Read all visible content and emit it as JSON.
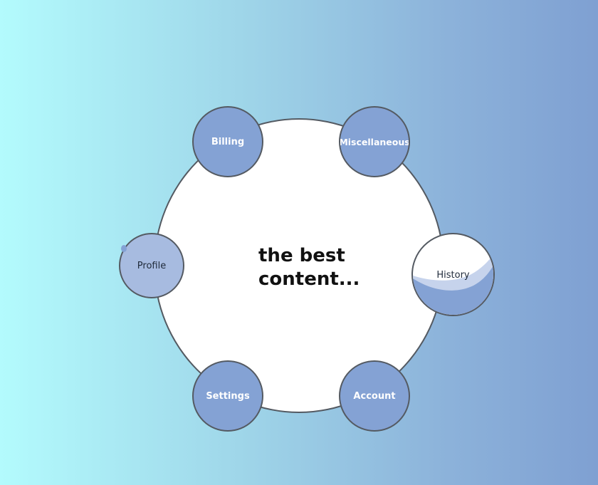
{
  "hub": {
    "title": "the best content..."
  },
  "menu": {
    "billing": "Billing",
    "miscellaneous": "Miscellaneous",
    "profile": "Profile",
    "history": "History",
    "settings": "Settings",
    "account": "Account"
  },
  "colors": {
    "node_fill": "#84a2d4",
    "node_border": "#545a62",
    "profile_fill": "#a7bbe0",
    "history_wave_light": "#c6d3ec"
  }
}
